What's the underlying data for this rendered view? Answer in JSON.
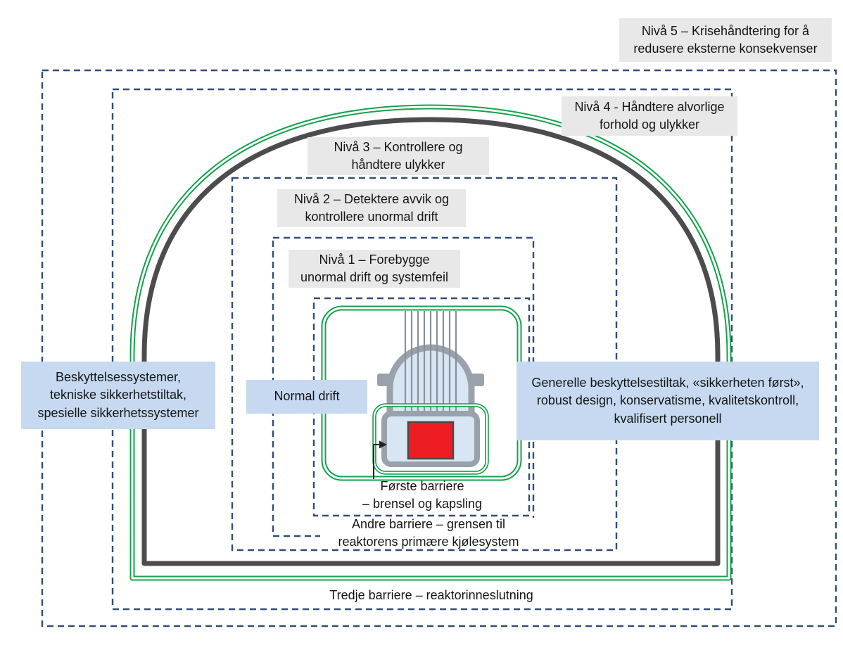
{
  "levels": [
    {
      "lines": [
        "Nivå 5 – Krisehåndtering for å",
        "redusere eksterne konsekvenser"
      ]
    },
    {
      "lines": [
        "Nivå 4 - Håndtere alvorlige",
        "forhold og ulykker"
      ]
    },
    {
      "lines": [
        "Nivå 3 – Kontrollere og",
        "håndtere ulykker"
      ]
    },
    {
      "lines": [
        "Nivå 2 – Detektere avvik og",
        "kontrollere unormal drift"
      ]
    },
    {
      "lines": [
        "Nivå 1 – Forebygge",
        "unormal drift og systemfeil"
      ]
    }
  ],
  "measures": {
    "protection_systems": {
      "lines": [
        "Beskyttelsessystemer,",
        "tekniske sikkerhetstiltak,",
        "spesielle sikkerhetssystemer"
      ]
    },
    "normal_operation": {
      "lines": [
        "Normal drift"
      ]
    },
    "general_measures": {
      "lines": [
        "Generelle beskyttelsestiltak, «sikkerheten først»,",
        "robust design, konservatisme, kvalitetskontroll,",
        "kvalifisert personell"
      ]
    }
  },
  "barriers": {
    "first": {
      "lines": [
        "Første barriere",
        "– brensel og kapsling"
      ]
    },
    "second": {
      "lines": [
        "Andre barriere – grensen til",
        "reaktorens primære kjølesystem"
      ]
    },
    "third": {
      "lines": [
        "Tredje barriere – reaktorinneslutning"
      ]
    }
  },
  "colors": {
    "dashed_boundary": "#2e4d7a",
    "containment_outline": "#4c4c4c",
    "barrier_green": "#14a24c",
    "core_red": "#ee1d23",
    "vessel_outline": "#99a1ab",
    "vessel_fill": "#d8e6f3",
    "level_label_bg": "#e8e8e8",
    "measure_label_bg": "#c6d9f0"
  }
}
